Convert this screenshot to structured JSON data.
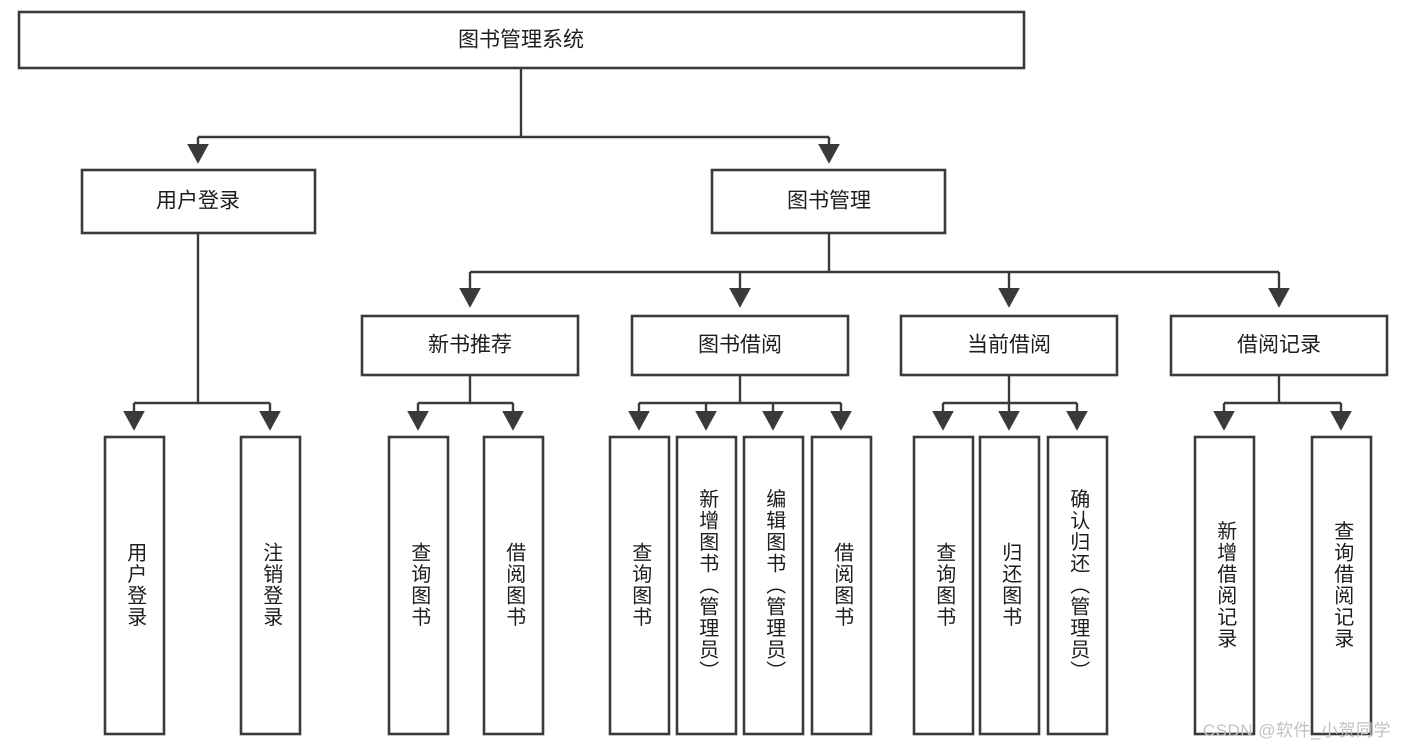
{
  "diagram": {
    "type": "tree-hierarchy-chart",
    "title": "图书管理系统",
    "watermark": "CSDN @软件_小贺同学",
    "colors": {
      "box_stroke": "#3a3a3a",
      "box_fill": "#ffffff",
      "text": "#1d1d1d",
      "connector": "#3a3a3a",
      "background": "#ffffff",
      "watermark": "#c2c2c2"
    },
    "nodes": {
      "root": {
        "label": "图书管理系统"
      },
      "level2": [
        {
          "id": "user-login",
          "label": "用户登录"
        },
        {
          "id": "book-manage",
          "label": "图书管理"
        }
      ],
      "level3": [
        {
          "id": "new-book-recommend",
          "label": "新书推荐"
        },
        {
          "id": "book-borrow",
          "label": "图书借阅"
        },
        {
          "id": "current-borrow",
          "label": "当前借阅"
        },
        {
          "id": "borrow-record",
          "label": "借阅记录"
        }
      ],
      "leaves": {
        "user-login": [
          {
            "id": "leaf-user-login",
            "label": "用户登录"
          },
          {
            "id": "leaf-logout-login",
            "label": "注销登录"
          }
        ],
        "new-book-recommend": [
          {
            "id": "leaf-query-book-1",
            "label": "查询图书"
          },
          {
            "id": "leaf-borrow-book-1",
            "label": "借阅图书"
          }
        ],
        "book-borrow": [
          {
            "id": "leaf-query-book-2",
            "label": "查询图书"
          },
          {
            "id": "leaf-add-book",
            "label": "新增图书（管理员）"
          },
          {
            "id": "leaf-edit-book",
            "label": "编辑图书（管理员）"
          },
          {
            "id": "leaf-borrow-book-2",
            "label": "借阅图书"
          }
        ],
        "current-borrow": [
          {
            "id": "leaf-query-book-3",
            "label": "查询图书"
          },
          {
            "id": "leaf-return-book",
            "label": "归还图书"
          },
          {
            "id": "leaf-confirm-return",
            "label": "确认归还（管理员）"
          }
        ],
        "borrow-record": [
          {
            "id": "leaf-add-record",
            "label": "新增借阅记录"
          },
          {
            "id": "leaf-query-record",
            "label": "查询借阅记录"
          }
        ]
      }
    }
  }
}
